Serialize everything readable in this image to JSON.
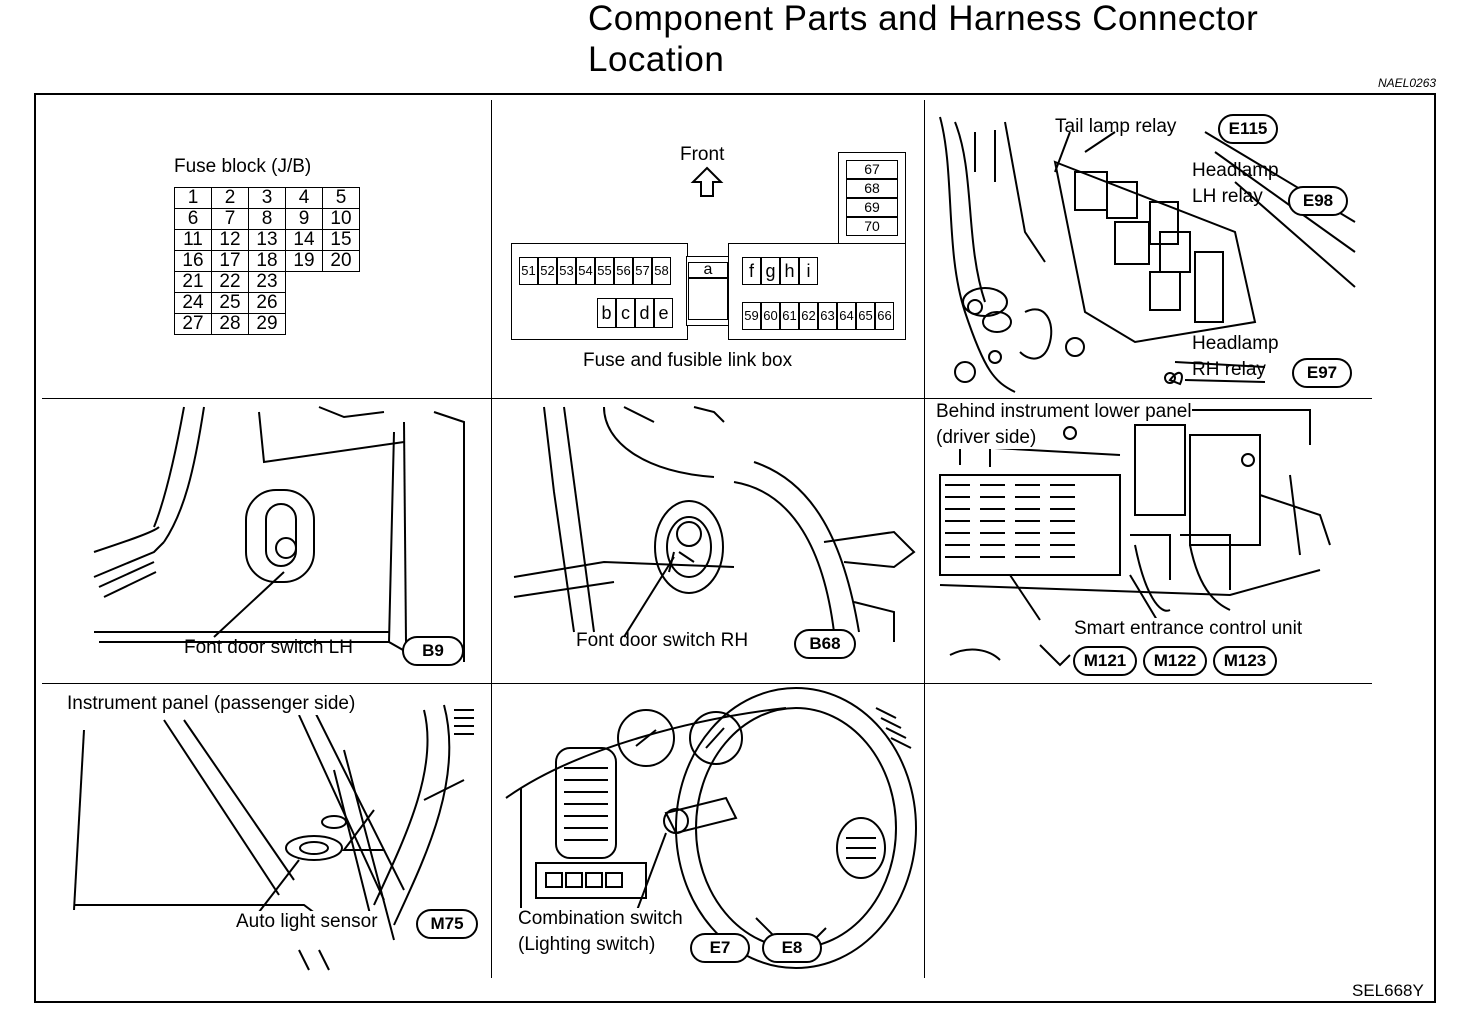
{
  "title_line1": "Component Parts and Harness Connector",
  "title_line2": "Location",
  "ref_top": "NAEL0263",
  "ref_bottom": "SEL668Y",
  "fuse_block": {
    "label": "Fuse block (J/B)",
    "rows": [
      [
        "1",
        "2",
        "3",
        "4",
        "5"
      ],
      [
        "6",
        "7",
        "8",
        "9",
        "10"
      ],
      [
        "11",
        "12",
        "13",
        "14",
        "15"
      ],
      [
        "16",
        "17",
        "18",
        "19",
        "20"
      ],
      [
        "21",
        "22",
        "23"
      ],
      [
        "24",
        "25",
        "26"
      ],
      [
        "27",
        "28",
        "29"
      ]
    ]
  },
  "fusible_link_box": {
    "front_label": "Front",
    "label": "Fuse and fusible link box",
    "top_fuses": [
      "67",
      "68",
      "69",
      "70"
    ],
    "left_fuses": [
      "51",
      "52",
      "53",
      "54",
      "55",
      "56",
      "57",
      "58"
    ],
    "center_link": "a",
    "left_links": [
      "b",
      "c",
      "d",
      "e"
    ],
    "right_links": [
      "f",
      "g",
      "h",
      "i"
    ],
    "right_fuses": [
      "59",
      "60",
      "61",
      "62",
      "63",
      "64",
      "65",
      "66"
    ]
  },
  "relays": {
    "tail_label": "Tail lamp relay",
    "tail_code": "E115",
    "lh_label_1": "Headlamp",
    "lh_label_2": "LH relay",
    "lh_code": "E98",
    "rh_label_1": "Headlamp",
    "rh_label_2": "RH relay",
    "rh_code": "E97"
  },
  "door_lh": {
    "label": "Font door switch LH",
    "code": "B9"
  },
  "door_rh": {
    "label": "Font door switch RH",
    "code": "B68"
  },
  "smart_unit": {
    "label_1": "Behind instrument lower panel",
    "label_2": "(driver side)",
    "unit_label": "Smart entrance control unit",
    "codes": [
      "M121",
      "M122",
      "M123"
    ]
  },
  "auto_light": {
    "panel_label": "Instrument panel (passenger side)",
    "label": "Auto light sensor",
    "code": "M75"
  },
  "combination": {
    "label_1": "Combination switch",
    "label_2": "(Lighting switch)",
    "codes": [
      "E7",
      "E8"
    ]
  }
}
